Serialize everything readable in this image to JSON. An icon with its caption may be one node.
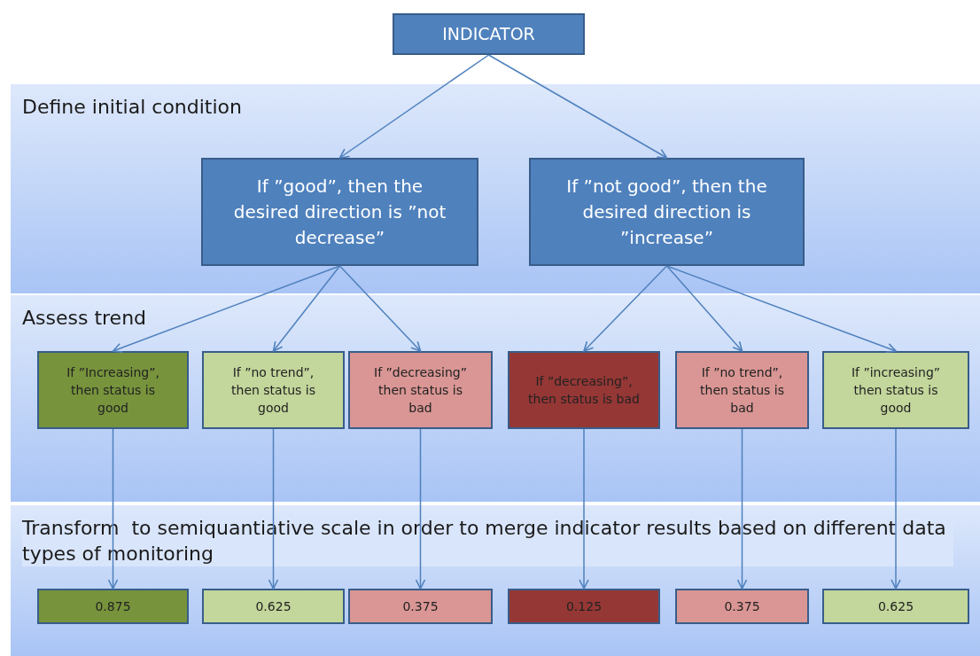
{
  "diagram": {
    "nodes": [
      {
        "text": [
          "INDICATOR"
        ]
      },
      {
        "text": [
          "Define initial condition"
        ]
      },
      {
        "text": [
          "If ”good”, then the desired direction is ”not decrease”"
        ],
        "in": 1
      },
      {
        "text": [
          "If ”not good”, then the desired direction is ”increase”"
        ],
        "in": 1
      },
      {
        "text": [
          "Assess trend"
        ]
      },
      {
        "text": [
          "If ”Increasing”, then status is good"
        ],
        "in": 4
      },
      {
        "text": [
          "If ”no trend”, then status is good"
        ],
        "in": 4
      },
      {
        "text": [
          "If ”decreasing” then status is bad"
        ],
        "in": 4
      },
      {
        "text": [
          "If ”decreasing”, then status is bad"
        ],
        "in": 4
      },
      {
        "text": [
          "If ”no trend”, then status is bad"
        ],
        "in": 4
      },
      {
        "text": [
          "If ”increasing” then status is good"
        ],
        "in": 4
      },
      {
        "text": [
          "Transform  to semiquantiative scale in order to merge indicator results based on different data types of monitoring"
        ]
      },
      {
        "text": [
          "0.875"
        ],
        "in": 11
      },
      {
        "text": [
          "0.625"
        ],
        "in": 11
      },
      {
        "text": [
          "0.375"
        ],
        "in": 11
      },
      {
        "text": [
          "0.125"
        ],
        "in": 11
      },
      {
        "text": [
          "0.375"
        ],
        "in": 11
      },
      {
        "text": [
          "0.625"
        ],
        "in": 11
      }
    ],
    "edges": [
      {
        "from": 0,
        "to": 2,
        "arrow": "to"
      },
      {
        "from": 0,
        "to": 3,
        "arrow": "to"
      },
      {
        "from": 2,
        "to": 5,
        "arrow": "to"
      },
      {
        "from": 2,
        "to": 6,
        "arrow": "to"
      },
      {
        "from": 2,
        "to": 7,
        "arrow": "to"
      },
      {
        "from": 3,
        "to": 8,
        "arrow": "to"
      },
      {
        "from": 3,
        "to": 9,
        "arrow": "to"
      },
      {
        "from": 3,
        "to": 10,
        "arrow": "to"
      },
      {
        "from": 5,
        "to": 12,
        "arrow": "to"
      },
      {
        "from": 6,
        "to": 13,
        "arrow": "to"
      },
      {
        "from": 7,
        "to": 14,
        "arrow": "to"
      },
      {
        "from": 8,
        "to": 15,
        "arrow": "to"
      },
      {
        "from": 9,
        "to": 16,
        "arrow": "to"
      },
      {
        "from": 10,
        "to": 17,
        "arrow": "to"
      }
    ]
  }
}
